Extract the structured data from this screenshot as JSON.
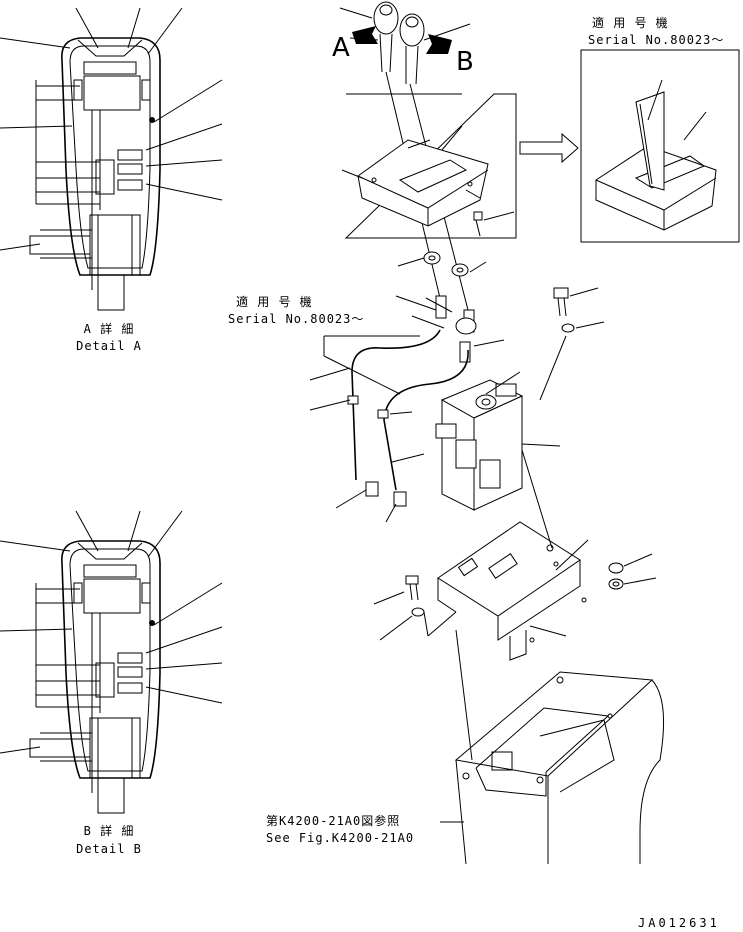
{
  "callouts": {
    "arrow_a": "A",
    "arrow_b": "B"
  },
  "inset_top": {
    "title_jp": "適 用 号 機",
    "serial": "Serial No.80023～"
  },
  "serial_note": {
    "title_jp": "適 用 号 機",
    "serial": "Serial No.80023～"
  },
  "detail_a": {
    "jp": "A 詳 細",
    "en": "Detail A"
  },
  "detail_b": {
    "jp": "B 詳 細",
    "en": "Detail B"
  },
  "reference": {
    "jp": "第K4200-21A0図参照",
    "en": "See Fig.K4200-21A0"
  },
  "drawing_number": "JA012631"
}
